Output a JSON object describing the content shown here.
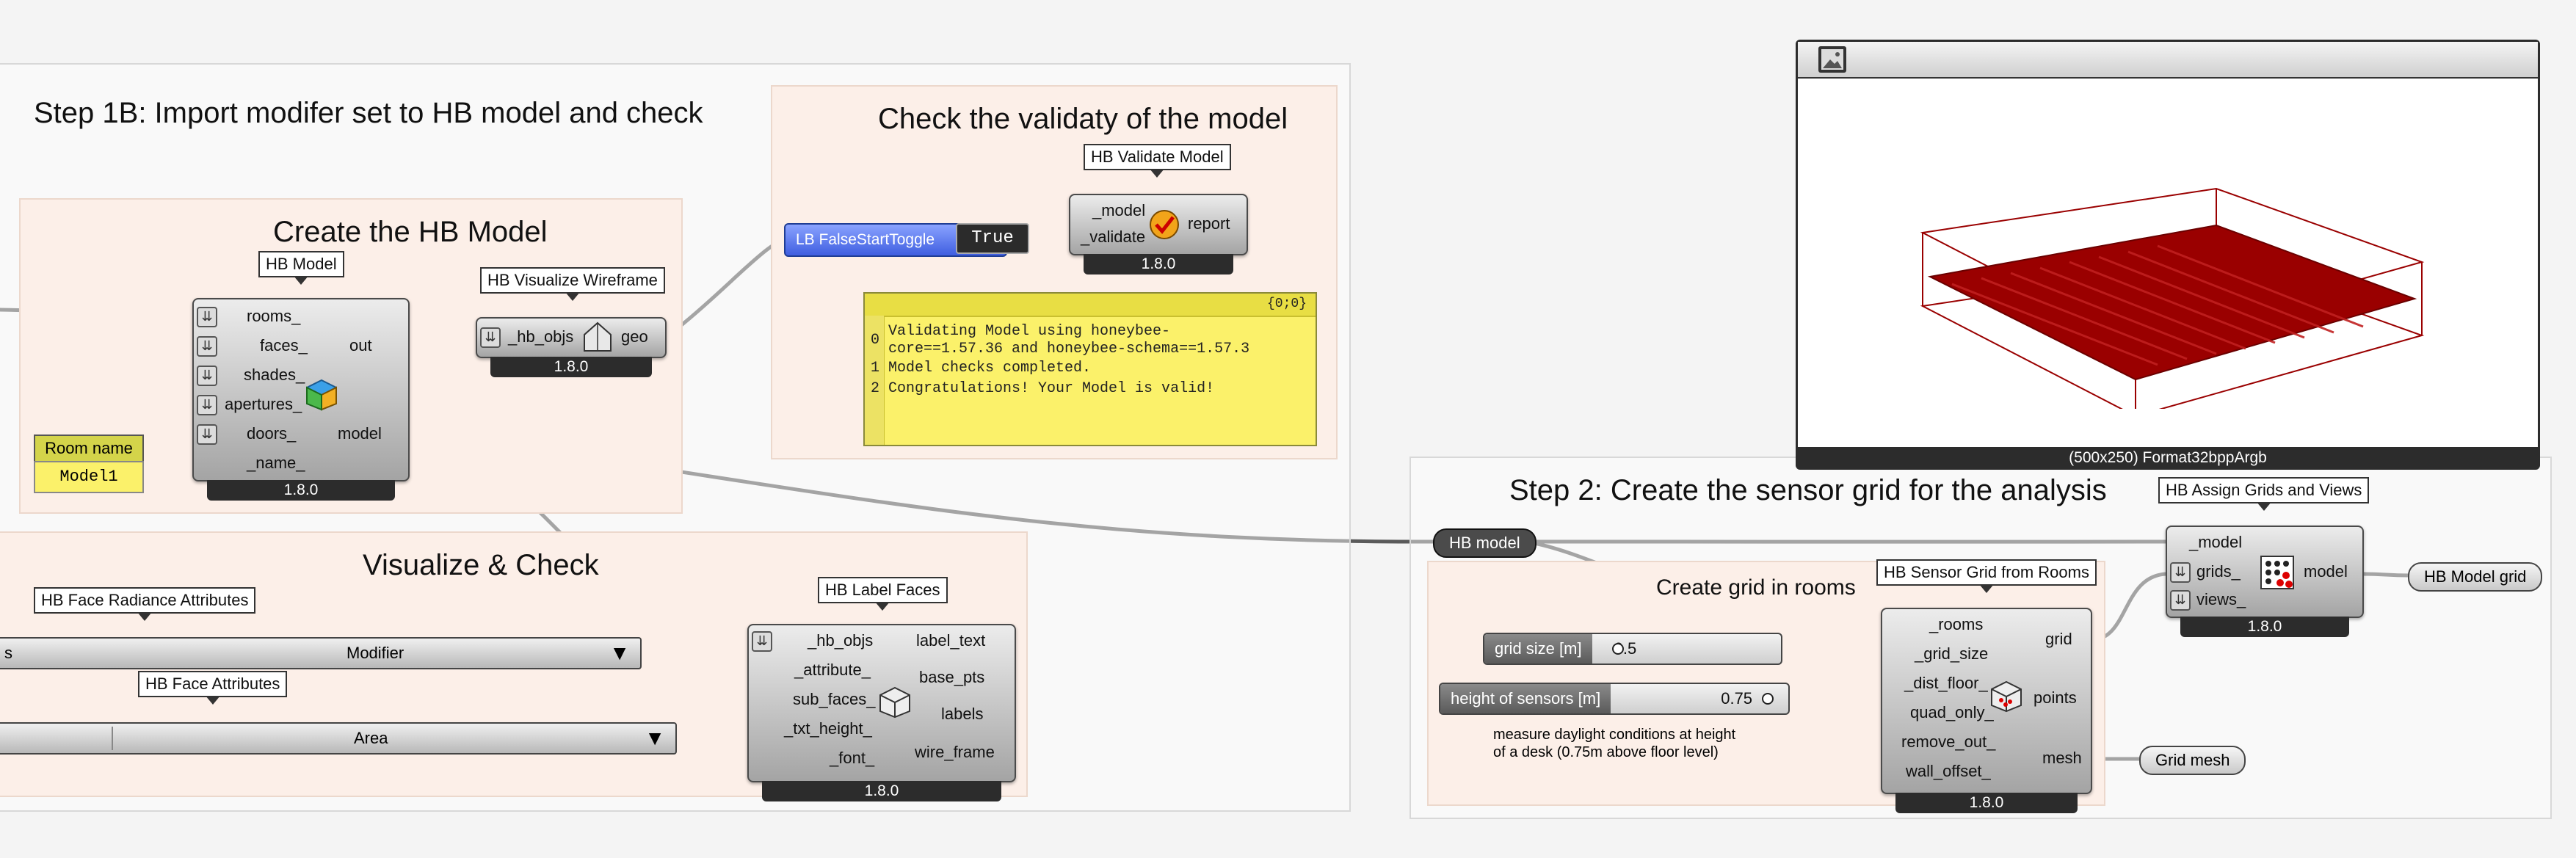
{
  "groups": {
    "step1b_title": "Step 1B: Import modifer set to HB model and check",
    "create_model_title": "Create the HB Model",
    "visualize_title": "Visualize & Check",
    "validity_title": "Check the validaty of the model",
    "step2_title": "Step 2: Create the sensor grid for the analysis",
    "create_grid_title": "Create grid in rooms"
  },
  "hb_model": {
    "tag": "HB Model",
    "inputs": [
      "rooms_",
      "faces_",
      "shades_",
      "apertures_",
      "doors_",
      "_name_"
    ],
    "outputs": [
      "out",
      "model"
    ],
    "version": "1.8.0"
  },
  "room_name": {
    "label": "Room name",
    "value": "Model1"
  },
  "wireframe": {
    "tag": "HB Visualize Wireframe",
    "input": "_hb_objs",
    "output": "geo",
    "version": "1.8.0"
  },
  "validate": {
    "tag": "HB Validate Model",
    "inputs": [
      "_model",
      "_validate"
    ],
    "output": "report",
    "version": "1.8.0",
    "toggle_label": "LB FalseStartToggle",
    "toggle_value": "True"
  },
  "report_panel": {
    "path": "{0;0}",
    "lines": [
      {
        "idx": "0",
        "text": "Validating Model using honeybee-"
      },
      {
        "idx": "",
        "text": "core==1.57.36 and honeybee-schema==1.57.3"
      },
      {
        "idx": "1",
        "text": "Model checks completed."
      },
      {
        "idx": "2",
        "text": "Congratulations! Your Model is valid!"
      }
    ]
  },
  "label_faces": {
    "tag": "HB Label Faces",
    "inputs": [
      "_hb_objs",
      "_attribute_",
      "sub_faces_",
      "_txt_height_",
      "_font_"
    ],
    "outputs": [
      "label_text",
      "base_pts",
      "labels",
      "wire_frame"
    ],
    "version": "1.8.0"
  },
  "radiance_attrs": {
    "tag": "HB Face Radiance Attributes",
    "left": "s",
    "selected": "Modifier"
  },
  "face_attrs": {
    "tag": "HB Face Attributes",
    "selected": "Area"
  },
  "image_viewer": {
    "caption": "(500x250) Format32bppArgb"
  },
  "relay_model": "HB model",
  "assign_grids": {
    "tag": "HB Assign Grids and Views",
    "inputs": [
      "_model",
      "grids_",
      "views_"
    ],
    "output": "model",
    "version": "1.8.0"
  },
  "model_grid_out": "HB Model grid",
  "sensor_grid": {
    "tag": "HB Sensor Grid from Rooms",
    "inputs": [
      "_rooms",
      "_grid_size",
      "_dist_floor_",
      "quad_only_",
      "remove_out_",
      "wall_offset_"
    ],
    "outputs": [
      "grid",
      "points",
      "mesh"
    ],
    "version": "1.8.0"
  },
  "grid_mesh_out": "Grid mesh",
  "grid_size_slider": {
    "label": "grid size [m]",
    "value": "0.5"
  },
  "height_slider": {
    "label": "height of sensors [m]",
    "value": "0.75"
  },
  "note": {
    "line1": "measure daylight conditions at height",
    "line2": "of a desk (0.75m above floor level)"
  },
  "colors": {
    "accent_toggle": "#3f5ee0",
    "panel_yellow": "#fbf16a",
    "model_red": "#9a0000"
  }
}
